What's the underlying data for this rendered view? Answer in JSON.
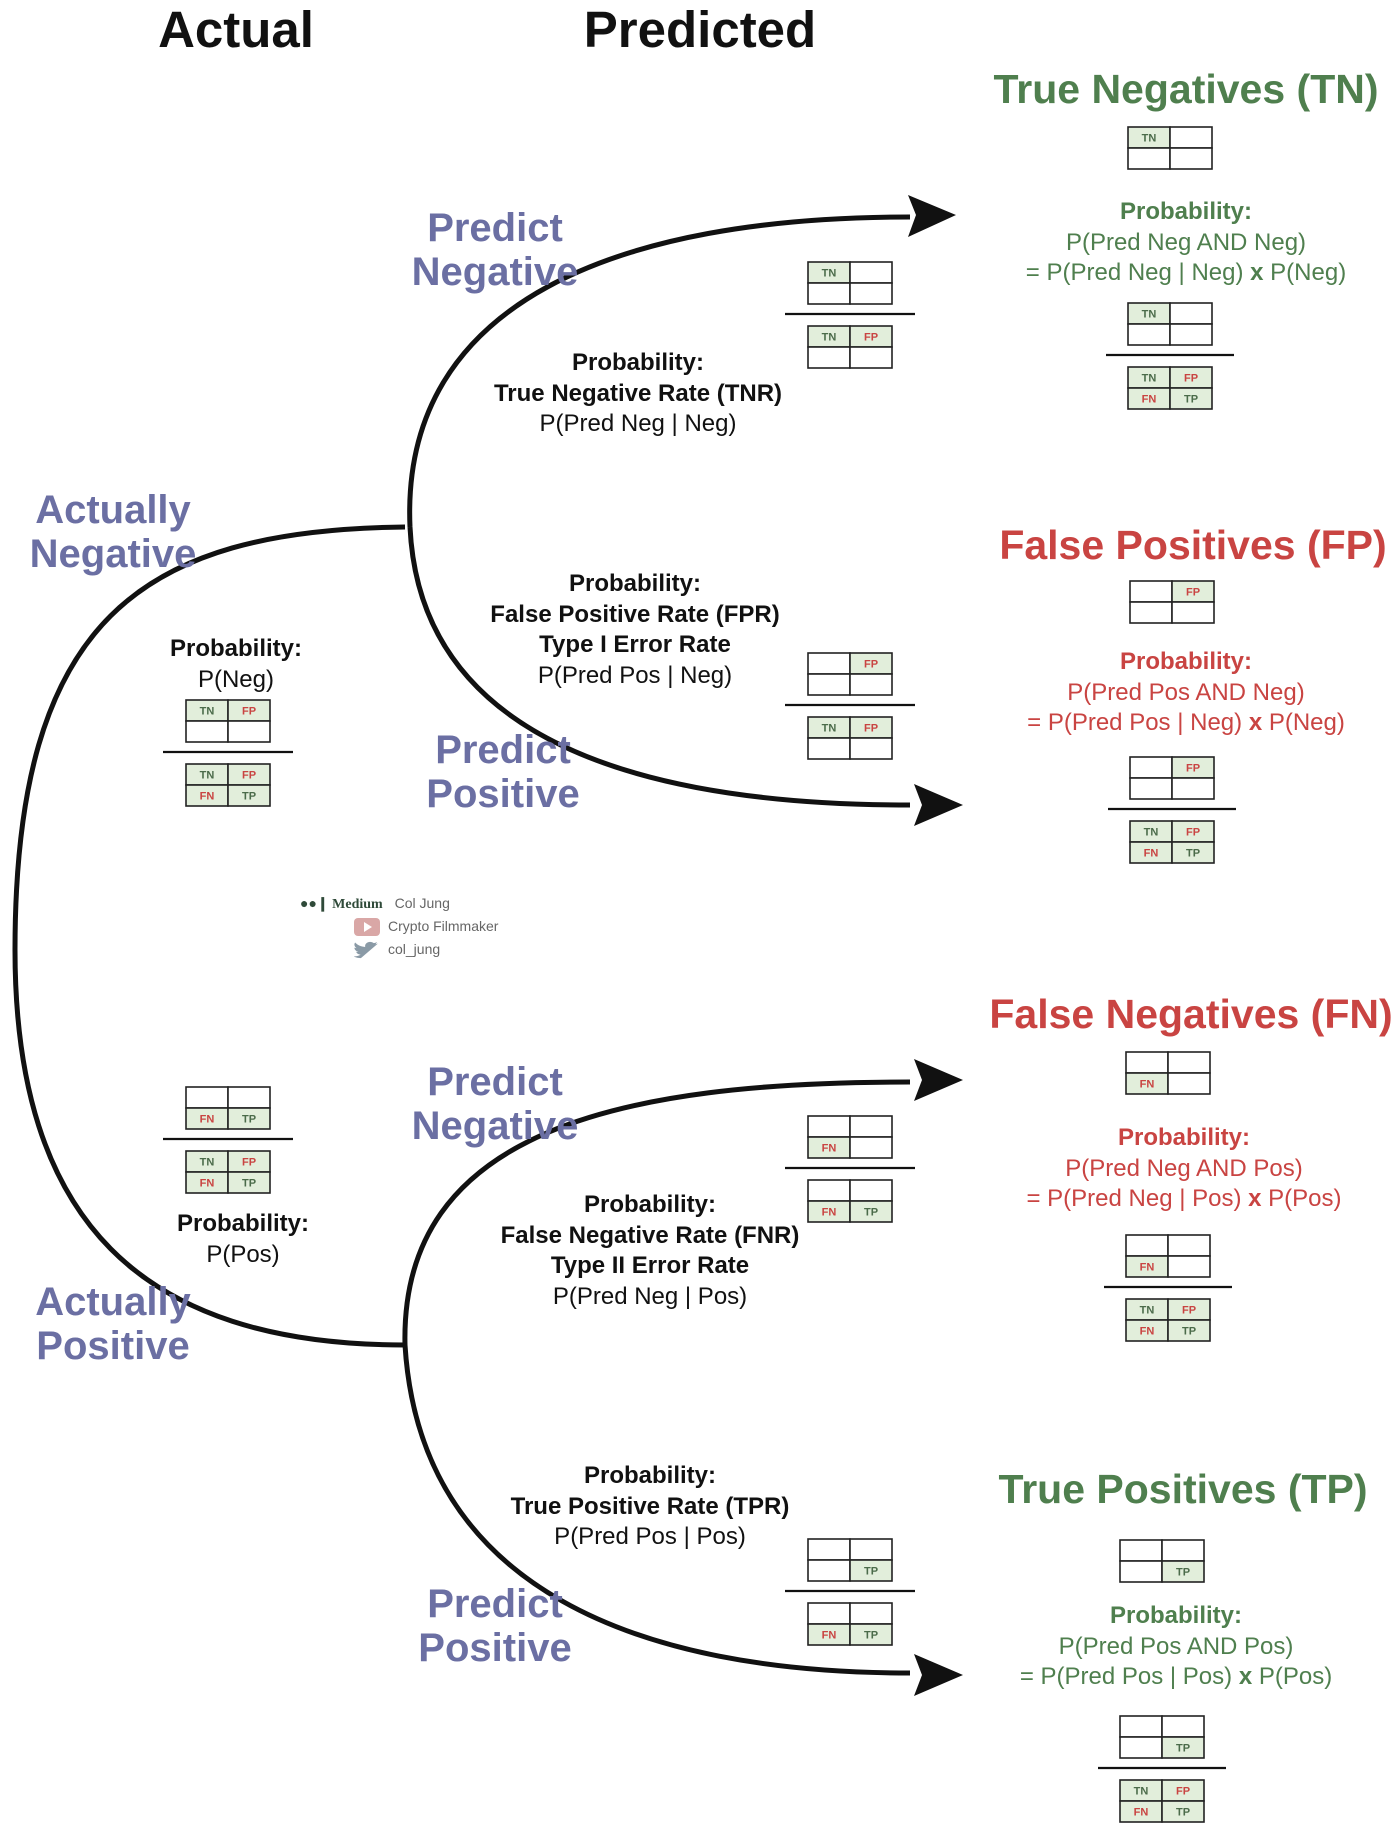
{
  "headers": {
    "actual": "Actual",
    "predicted": "Predicted"
  },
  "branches": {
    "actually_negative": [
      "Actually",
      "Negative"
    ],
    "actually_positive": [
      "Actually",
      "Positive"
    ],
    "neg_predict_negative": [
      "Predict",
      "Negative"
    ],
    "neg_predict_positive": [
      "Predict",
      "Positive"
    ],
    "pos_predict_negative": [
      "Predict",
      "Negative"
    ],
    "pos_predict_positive": [
      "Predict",
      "Positive"
    ]
  },
  "probabilities": {
    "p_neg": {
      "title": "Probability:",
      "lines": [
        "P(Neg)"
      ]
    },
    "p_pos": {
      "title": "Probability:",
      "lines": [
        "P(Pos)"
      ]
    },
    "tnr": {
      "title_lines": [
        "Probability:",
        "True Negative Rate (TNR)"
      ],
      "lines": [
        "P(Pred Neg | Neg)"
      ]
    },
    "fpr": {
      "title_lines": [
        "Probability:",
        "False Positive Rate (FPR)",
        "Type I Error Rate"
      ],
      "lines": [
        "P(Pred Pos | Neg)"
      ]
    },
    "fnr": {
      "title_lines": [
        "Probability:",
        "False Negative Rate (FNR)",
        "Type II Error Rate"
      ],
      "lines": [
        "P(Pred Neg | Pos)"
      ]
    },
    "tpr": {
      "title_lines": [
        "Probability:",
        "True Positive Rate (TPR)"
      ],
      "lines": [
        "P(Pred Pos | Pos)"
      ]
    }
  },
  "outcomes": {
    "tn": {
      "title": "True Negatives (TN)",
      "color": "#4f7f4e",
      "prob_title": "Probability:",
      "line1": "P(Pred Neg AND Neg)",
      "line2_pre": "= P(Pred Neg | Neg) ",
      "times": "x",
      "line2_post": " P(Neg)"
    },
    "fp": {
      "title": "False Positives (FP)",
      "color": "#c94442",
      "prob_title": "Probability:",
      "line1": "P(Pred Pos AND Neg)",
      "line2_pre": "= P(Pred Pos | Neg) ",
      "times": "x",
      "line2_post": " P(Neg)"
    },
    "fn": {
      "title": "False Negatives (FN)",
      "color": "#c94442",
      "prob_title": "Probability:",
      "line1": "P(Pred Neg AND Pos)",
      "line2_pre": "= P(Pred Neg | Pos) ",
      "times": "x",
      "line2_post": " P(Pos)"
    },
    "tp": {
      "title": "True Positives (TP)",
      "color": "#4f7f4e",
      "prob_title": "Probability:",
      "line1": "P(Pred Pos AND Pos)",
      "line2_pre": "= P(Pred Pos | Pos) ",
      "times": "x",
      "line2_post": " P(Pos)"
    }
  },
  "matrix_labels": {
    "tn": "TN",
    "fp": "FP",
    "fn": "FN",
    "tp": "TP"
  },
  "credits": {
    "medium": "Medium",
    "name": "Col Jung",
    "youtube": "Crypto Filmmaker",
    "twitter": "col_jung"
  },
  "colors": {
    "green": "#4f7f4e",
    "red": "#c94442",
    "branch_purple": "#6b6fa3",
    "cell_green_fill": "#e2eedb",
    "cell_red_fill": "#f2dada"
  }
}
